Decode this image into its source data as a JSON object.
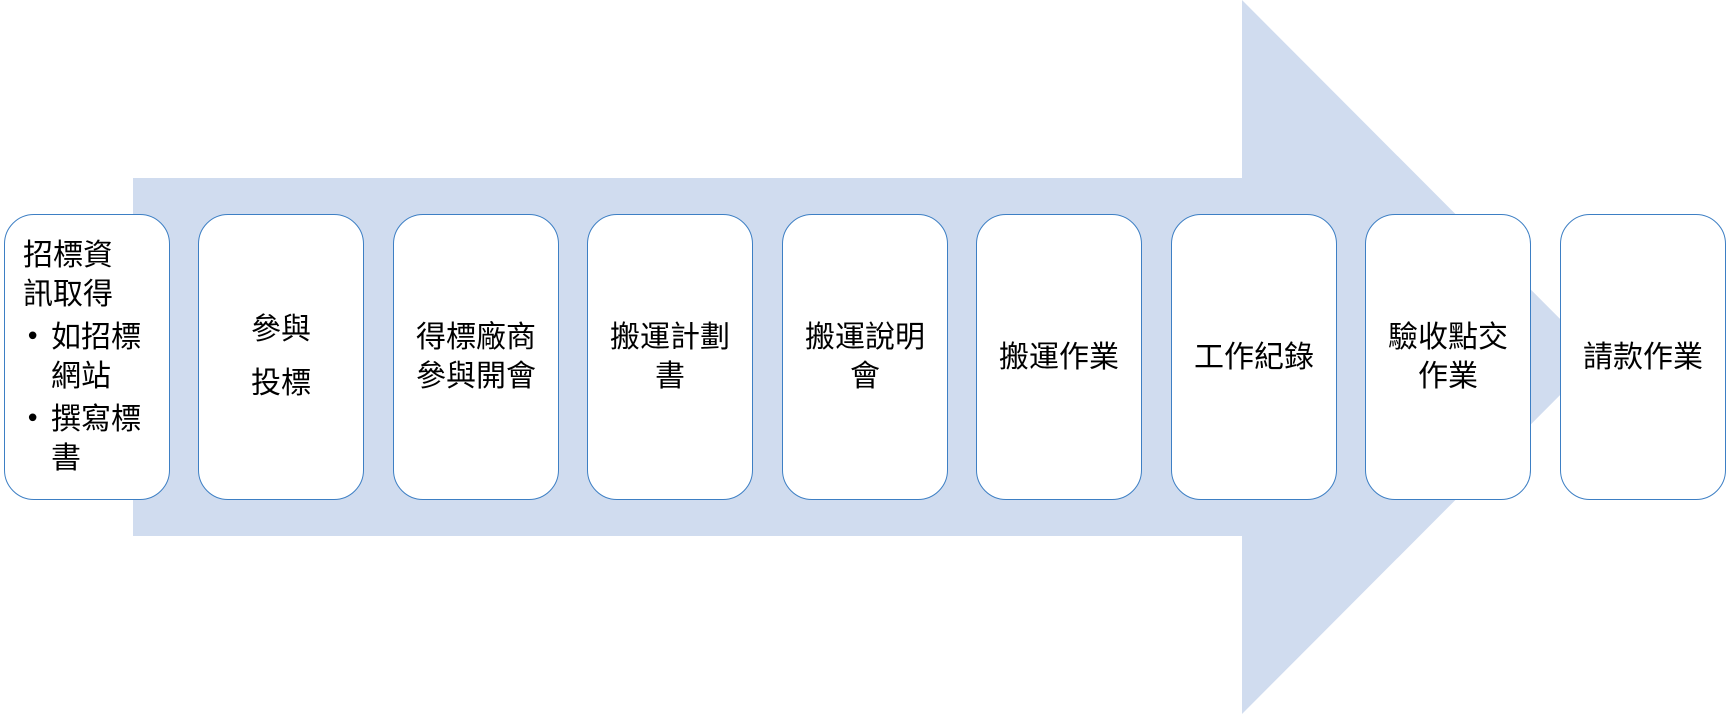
{
  "colors": {
    "arrow_fill": "#d0dcef",
    "box_border": "#3d7fc4",
    "box_fill": "#ffffff",
    "text": "#000000"
  },
  "steps": [
    {
      "title_lines": [
        "招標資",
        "訊取得"
      ],
      "bullets": [
        "如招標網站",
        "撰寫標書"
      ]
    },
    {
      "label": "參與\n投標"
    },
    {
      "label": "得標廠商參與開會"
    },
    {
      "label": "搬運計劃書"
    },
    {
      "label": "搬運說明會"
    },
    {
      "label": "搬運作業"
    },
    {
      "label": "工作紀錄"
    },
    {
      "label": "驗收點交作業"
    },
    {
      "label": "請款作業"
    }
  ]
}
